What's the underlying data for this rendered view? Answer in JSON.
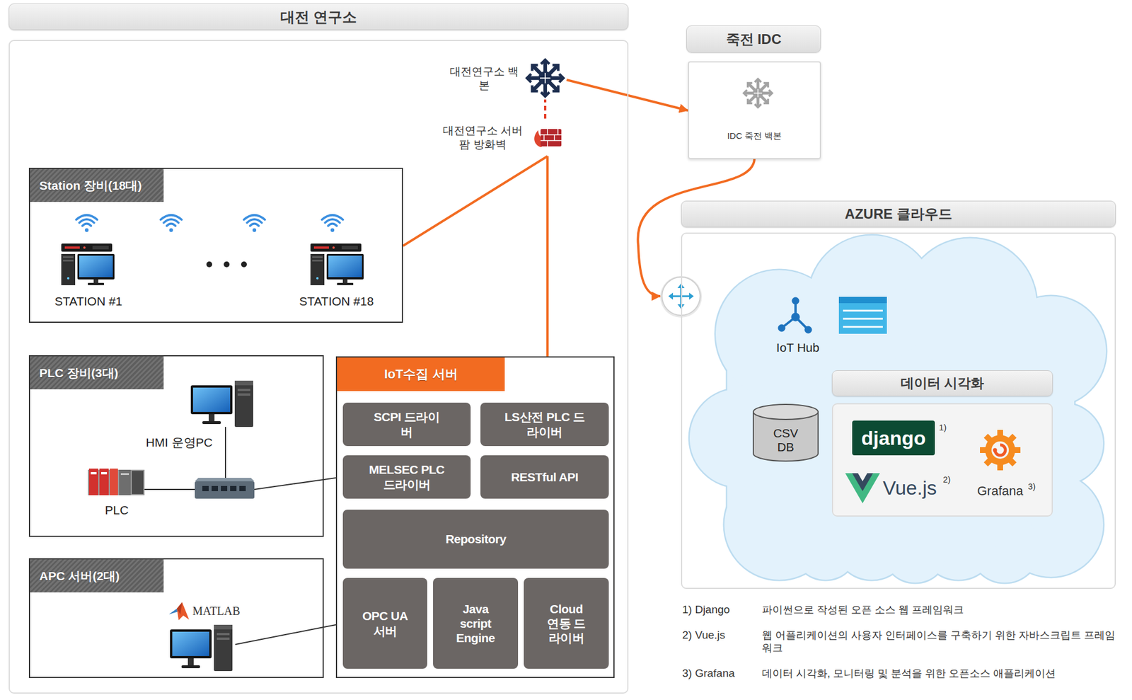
{
  "diagram": {
    "nodes": [
      {
        "text": [
          "대전 연구소"
        ]
      },
      {
        "text": [
          "대전연구소 백본"
        ],
        "in": 0
      },
      {
        "text": [
          "대전연구소 서버팜 방화벽"
        ],
        "in": 0
      },
      {
        "text": [
          "Station 장비(18대)",
          "STATION #1",
          "STATION #18"
        ],
        "in": 0
      },
      {
        "text": [
          "PLC 장비(3대)",
          "HMI 운영PC",
          "PLC"
        ],
        "in": 0
      },
      {
        "text": [
          "APC 서버(2대)",
          "MATLAB"
        ],
        "in": 0
      },
      {
        "text": [
          "IoT수집 서버"
        ],
        "in": 0
      },
      {
        "text": [
          "SCPI 드라이버"
        ],
        "in": 6
      },
      {
        "text": [
          "LS산전 PLC 드라이버"
        ],
        "in": 6
      },
      {
        "text": [
          "MELSEC PLC 드라이버"
        ],
        "in": 6
      },
      {
        "text": [
          "RESTful API"
        ],
        "in": 6
      },
      {
        "text": [
          "Repository"
        ],
        "in": 6
      },
      {
        "text": [
          "OPC UA 서버"
        ],
        "in": 6
      },
      {
        "text": [
          "Java script Engine"
        ],
        "in": 6
      },
      {
        "text": [
          "Cloud 연동 드라이버"
        ],
        "in": 6
      },
      {
        "text": [
          "죽전 IDC"
        ]
      },
      {
        "text": [
          "IDC 죽전 백본"
        ],
        "in": 15
      },
      {
        "text": [
          "AZURE 클라우드"
        ]
      },
      {
        "text": [
          "CSV DB"
        ],
        "in": 17
      },
      {
        "text": [
          "데이터 시각화"
        ],
        "in": 17
      },
      {
        "text": [
          "django"
        ],
        "in": 19
      }
    ],
    "edges": [
      {
        "from": 2,
        "to": 1,
        "arrow": "none"
      },
      {
        "from": 3,
        "to": 2,
        "arrow": "none"
      },
      {
        "from": 6,
        "to": 2,
        "arrow": "none"
      },
      {
        "from": 1,
        "to": 16,
        "arrow": "to"
      },
      {
        "from": 16,
        "to": 17,
        "arrow": "to"
      },
      {
        "from": 4,
        "to": 6,
        "arrow": "none"
      },
      {
        "from": 5,
        "to": 6,
        "arrow": "none"
      }
    ],
    "labels": [
      "IoT Hub",
      "1)",
      "Vue.js",
      "2)",
      "Grafana",
      "3)",
      "1) Django",
      "파이썬으로 작성된 오픈 소스 웹 프레임워크",
      "2) Vue.js",
      "웹 어플리케이션의 사용자 인터페이스를 구축하기 위한 자바스크립트 프레임워크",
      "3) Grafana",
      "데이터 시각화, 모니터링 및 분석을 위한 오픈소스 애플리케이션"
    ]
  }
}
